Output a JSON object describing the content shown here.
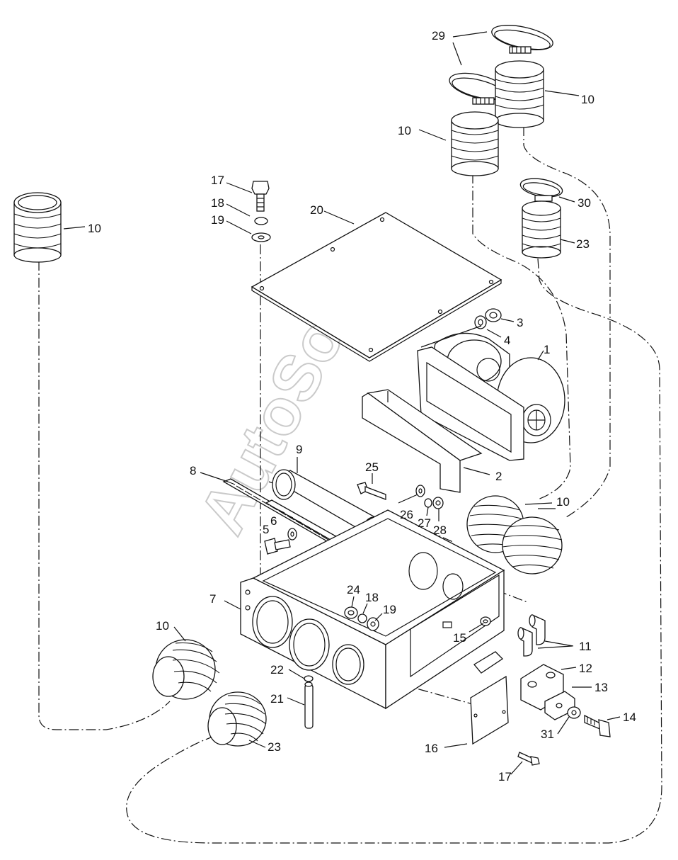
{
  "watermark": "AutoSoft",
  "labels": [
    {
      "id": "l29",
      "text": "29"
    },
    {
      "id": "l10a",
      "text": "10"
    },
    {
      "id": "l10b",
      "text": "10"
    },
    {
      "id": "l17a",
      "text": "17"
    },
    {
      "id": "l18a",
      "text": "18"
    },
    {
      "id": "l19a",
      "text": "19"
    },
    {
      "id": "l20",
      "text": "20"
    },
    {
      "id": "l10c",
      "text": "10"
    },
    {
      "id": "l30",
      "text": "30"
    },
    {
      "id": "l23a",
      "text": "23"
    },
    {
      "id": "l3",
      "text": "3"
    },
    {
      "id": "l4",
      "text": "4"
    },
    {
      "id": "l1",
      "text": "1"
    },
    {
      "id": "l9",
      "text": "9"
    },
    {
      "id": "l8",
      "text": "8"
    },
    {
      "id": "l2",
      "text": "2"
    },
    {
      "id": "l25",
      "text": "25"
    },
    {
      "id": "l6",
      "text": "6"
    },
    {
      "id": "l5",
      "text": "5"
    },
    {
      "id": "l26",
      "text": "26"
    },
    {
      "id": "l27",
      "text": "27"
    },
    {
      "id": "l28",
      "text": "28"
    },
    {
      "id": "l10d",
      "text": "10"
    },
    {
      "id": "l7",
      "text": "7"
    },
    {
      "id": "l24",
      "text": "24"
    },
    {
      "id": "l18b",
      "text": "18"
    },
    {
      "id": "l19b",
      "text": "19"
    },
    {
      "id": "l15",
      "text": "15"
    },
    {
      "id": "l11",
      "text": "11"
    },
    {
      "id": "l10e",
      "text": "10"
    },
    {
      "id": "l22",
      "text": "22"
    },
    {
      "id": "l12",
      "text": "12"
    },
    {
      "id": "l13",
      "text": "13"
    },
    {
      "id": "l21",
      "text": "21"
    },
    {
      "id": "l14",
      "text": "14"
    },
    {
      "id": "l31",
      "text": "31"
    },
    {
      "id": "l23b",
      "text": "23"
    },
    {
      "id": "l16",
      "text": "16"
    },
    {
      "id": "l17b",
      "text": "17"
    }
  ]
}
